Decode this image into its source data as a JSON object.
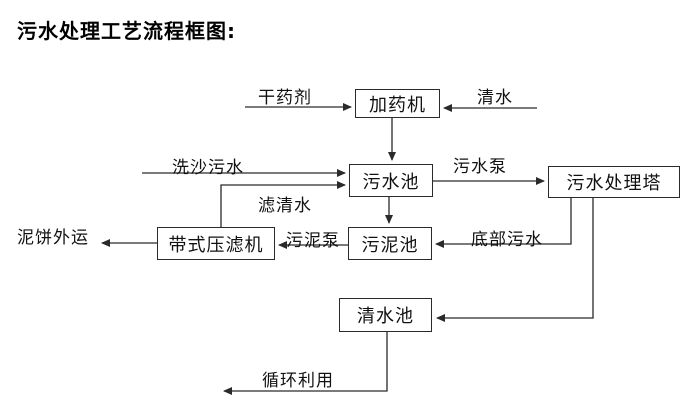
{
  "title": "污水处理工艺流程框图:",
  "diagram": {
    "type": "flowchart",
    "nodes": [
      {
        "id": "dosing-machine",
        "label": "加药机"
      },
      {
        "id": "sewage-pool",
        "label": "污水池"
      },
      {
        "id": "sewage-treatment-tower",
        "label": "污水处理塔"
      },
      {
        "id": "sludge-pool",
        "label": "污泥池"
      },
      {
        "id": "belt-filter-press",
        "label": "带式压滤机"
      },
      {
        "id": "clean-water-pool",
        "label": "清水池"
      }
    ],
    "edge_labels": [
      {
        "id": "dry-agent",
        "label": "干药剂"
      },
      {
        "id": "clean-water",
        "label": "清水"
      },
      {
        "id": "sand-washing-sewage",
        "label": "洗沙污水"
      },
      {
        "id": "sewage-pump",
        "label": "污水泵"
      },
      {
        "id": "filtered-water",
        "label": "滤清水"
      },
      {
        "id": "mud-cake-outbound",
        "label": "泥饼外运"
      },
      {
        "id": "sludge-pump",
        "label": "污泥泵"
      },
      {
        "id": "bottom-sewage",
        "label": "底部污水"
      },
      {
        "id": "recycle-use",
        "label": "循环利用"
      }
    ],
    "edges": [
      {
        "from": "dry-agent-source",
        "to": "dosing-machine",
        "label": "干药剂"
      },
      {
        "from": "clean-water-source",
        "to": "dosing-machine",
        "label": "清水"
      },
      {
        "from": "dosing-machine",
        "to": "sewage-pool",
        "label": ""
      },
      {
        "from": "sand-washing-source",
        "to": "sewage-pool",
        "label": "洗沙污水"
      },
      {
        "from": "belt-filter-press",
        "to": "sewage-pool",
        "label": "滤清水"
      },
      {
        "from": "sewage-pool",
        "to": "sewage-treatment-tower",
        "label": "污水泵"
      },
      {
        "from": "sewage-pool",
        "to": "sludge-pool",
        "label": ""
      },
      {
        "from": "sewage-treatment-tower",
        "to": "sludge-pool",
        "label": "底部污水"
      },
      {
        "from": "sewage-treatment-tower",
        "to": "clean-water-pool",
        "label": ""
      },
      {
        "from": "sludge-pool",
        "to": "belt-filter-press",
        "label": "污泥泵"
      },
      {
        "from": "belt-filter-press",
        "to": "mud-cake-out",
        "label": "泥饼外运"
      },
      {
        "from": "clean-water-pool",
        "to": "recycle-out",
        "label": "循环利用"
      }
    ],
    "colors": {
      "line": "#2a2a2a",
      "box_border": "#2a2a2a",
      "text": "#111111",
      "background": "#ffffff"
    }
  }
}
